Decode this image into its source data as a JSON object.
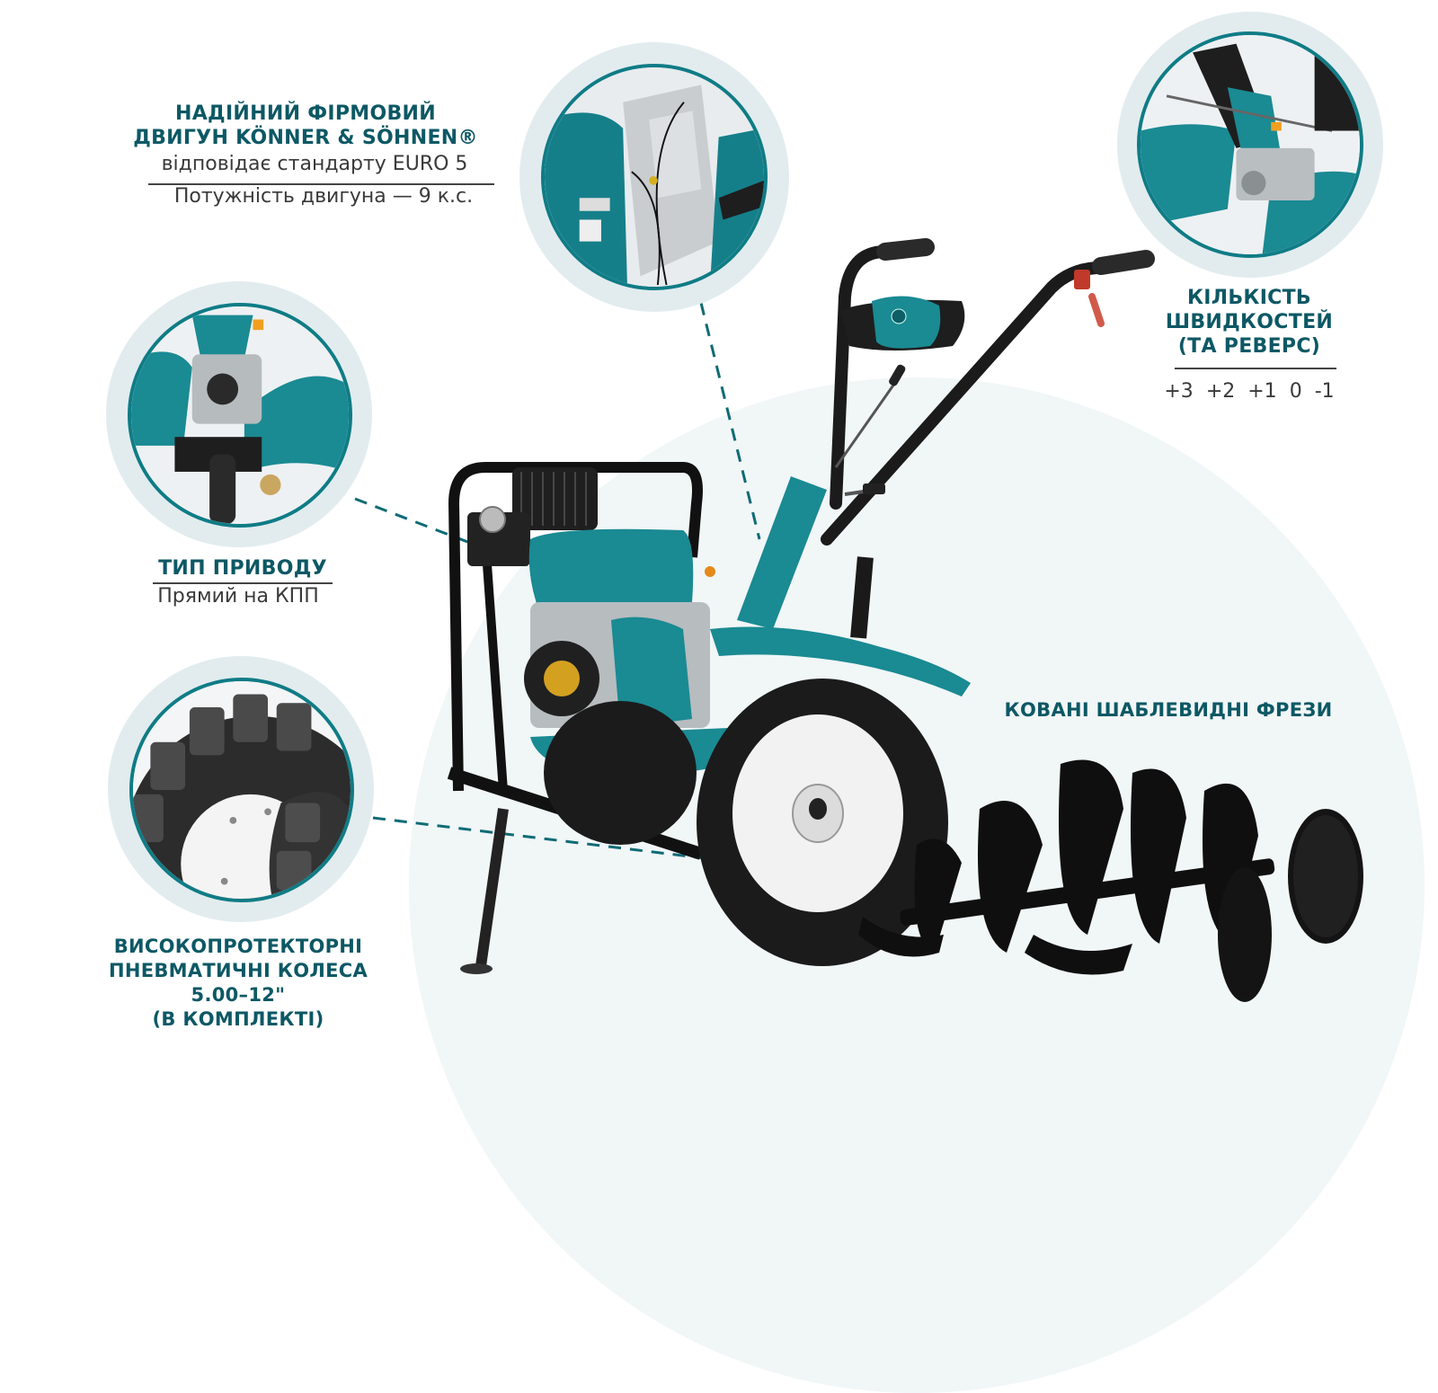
{
  "colors": {
    "heading": "#0d5865",
    "body_text": "#3a3a3a",
    "accent_teal": "#0f7c86",
    "product_teal": "#1a8a93",
    "ring": "#e2ecee",
    "background_circle": "#f1f6f7"
  },
  "features": {
    "engine": {
      "title_line1": "НАДІЙНИЙ ФІРМОВИЙ",
      "title_line2": "ДВИГУН KÖNNER & SÖHNEN®",
      "subtitle": "відповідає стандарту EURO 5",
      "detail": "Потужність двигуна — 9 к.с.",
      "image_icon": "engine-closeup-photo"
    },
    "gears": {
      "title_line1": "КІЛЬКІСТЬ",
      "title_line2": "ШВИДКОСТЕЙ",
      "title_line3": "(ТА РЕВЕРС)",
      "speeds": [
        "+3",
        "+2",
        "+1",
        "0",
        "-1"
      ],
      "image_icon": "gearbox-closeup-photo"
    },
    "drive": {
      "title": "ТИП ПРИВОДУ",
      "detail": "Прямий на КПП",
      "image_icon": "drive-closeup-photo"
    },
    "wheels": {
      "title_line1": "ВИСОКОПРОТЕКТОРНІ",
      "title_line2": "ПНЕВМАТИЧНІ КОЛЕСА",
      "title_line3": "5.00–12\"",
      "title_line4": "(В КОМПЛЕКТІ)",
      "image_icon": "wheel-closeup-photo"
    },
    "tillers": {
      "title": "КОВАНІ ШАБЛЕВИДНІ ФРЕЗИ"
    }
  },
  "product": {
    "image_icon": "walk-behind-tractor-photo"
  }
}
